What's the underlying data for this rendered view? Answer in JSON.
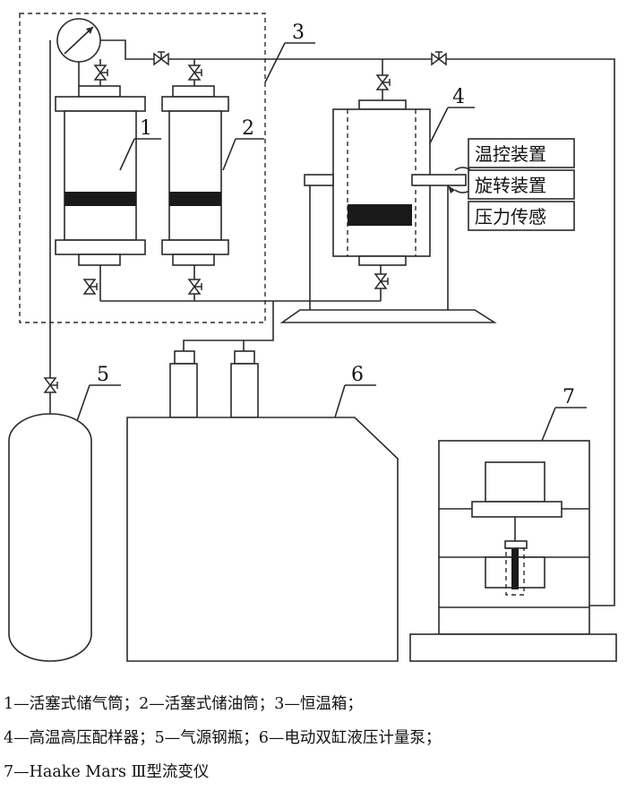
{
  "labels": {
    "n1": "1",
    "n2": "2",
    "n3": "3",
    "n4": "4",
    "n5": "5",
    "n6": "6",
    "n7": "7"
  },
  "boxes": {
    "temp_control": "温控装置",
    "rotation": "旋转装置",
    "pressure_sensor": "压力传感"
  },
  "legend": {
    "line1": "1—活塞式储气筒；2—活塞式储油筒；3—恒温箱；",
    "line2": "4—高温高压配样器；5—气源钢瓶；6—电动双缸液压计量泵；",
    "line3": "7—Haake Mars Ⅲ型流变仪"
  }
}
